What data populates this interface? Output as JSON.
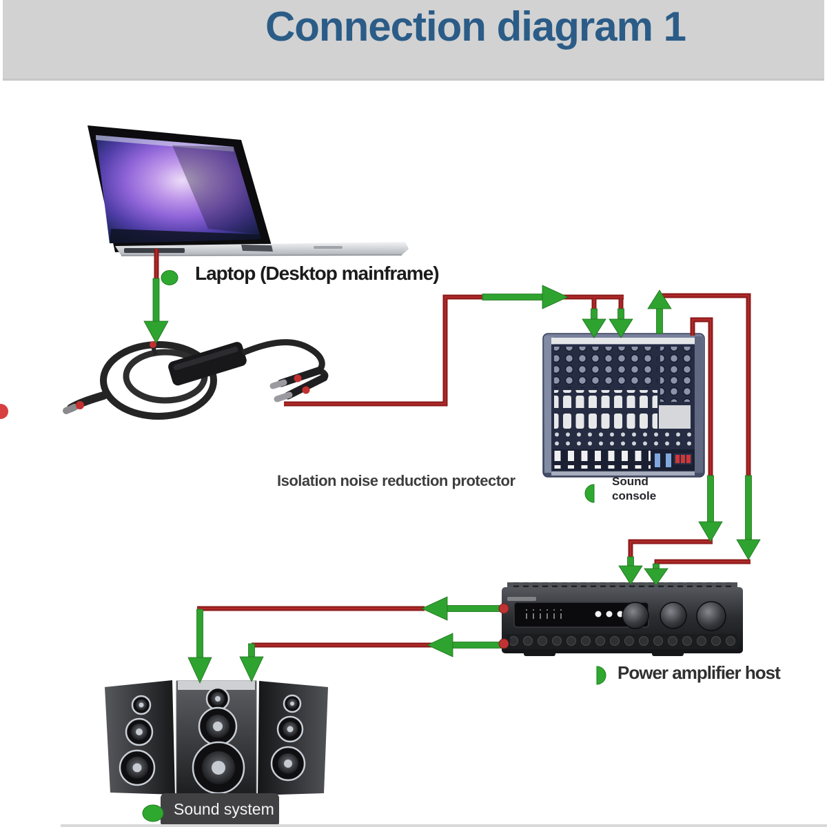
{
  "header": {
    "title": "Connection diagram 1",
    "title_color": "#2b5c87",
    "background": "#d2d2d2"
  },
  "diagram": {
    "labels": {
      "laptop": "Laptop (Desktop mainframe)",
      "protector": "Isolation noise reduction protector",
      "console": "Sound console",
      "amplifier": "Power amplifier host",
      "speakers": "Sound system"
    },
    "devices": [
      {
        "id": "laptop",
        "label": "Laptop (Desktop mainframe)"
      },
      {
        "id": "isolation-protector",
        "label": "Isolation noise reduction protector"
      },
      {
        "id": "sound-console",
        "label": "Sound console"
      },
      {
        "id": "power-amplifier",
        "label": "Power amplifier host"
      },
      {
        "id": "sound-system",
        "label": "Sound system"
      }
    ],
    "colors": {
      "wire_red": "#8c1b1b",
      "arrow_green": "#2fa32f",
      "bullet_green": "#2fa82f",
      "speaker_label_bg": "#414144",
      "label_text": "#2e2e2e"
    },
    "icons": {
      "bullets": "green-oval-marker",
      "arrows": "green-directional-arrow",
      "edge_artifact": "red-edge-dot"
    }
  }
}
